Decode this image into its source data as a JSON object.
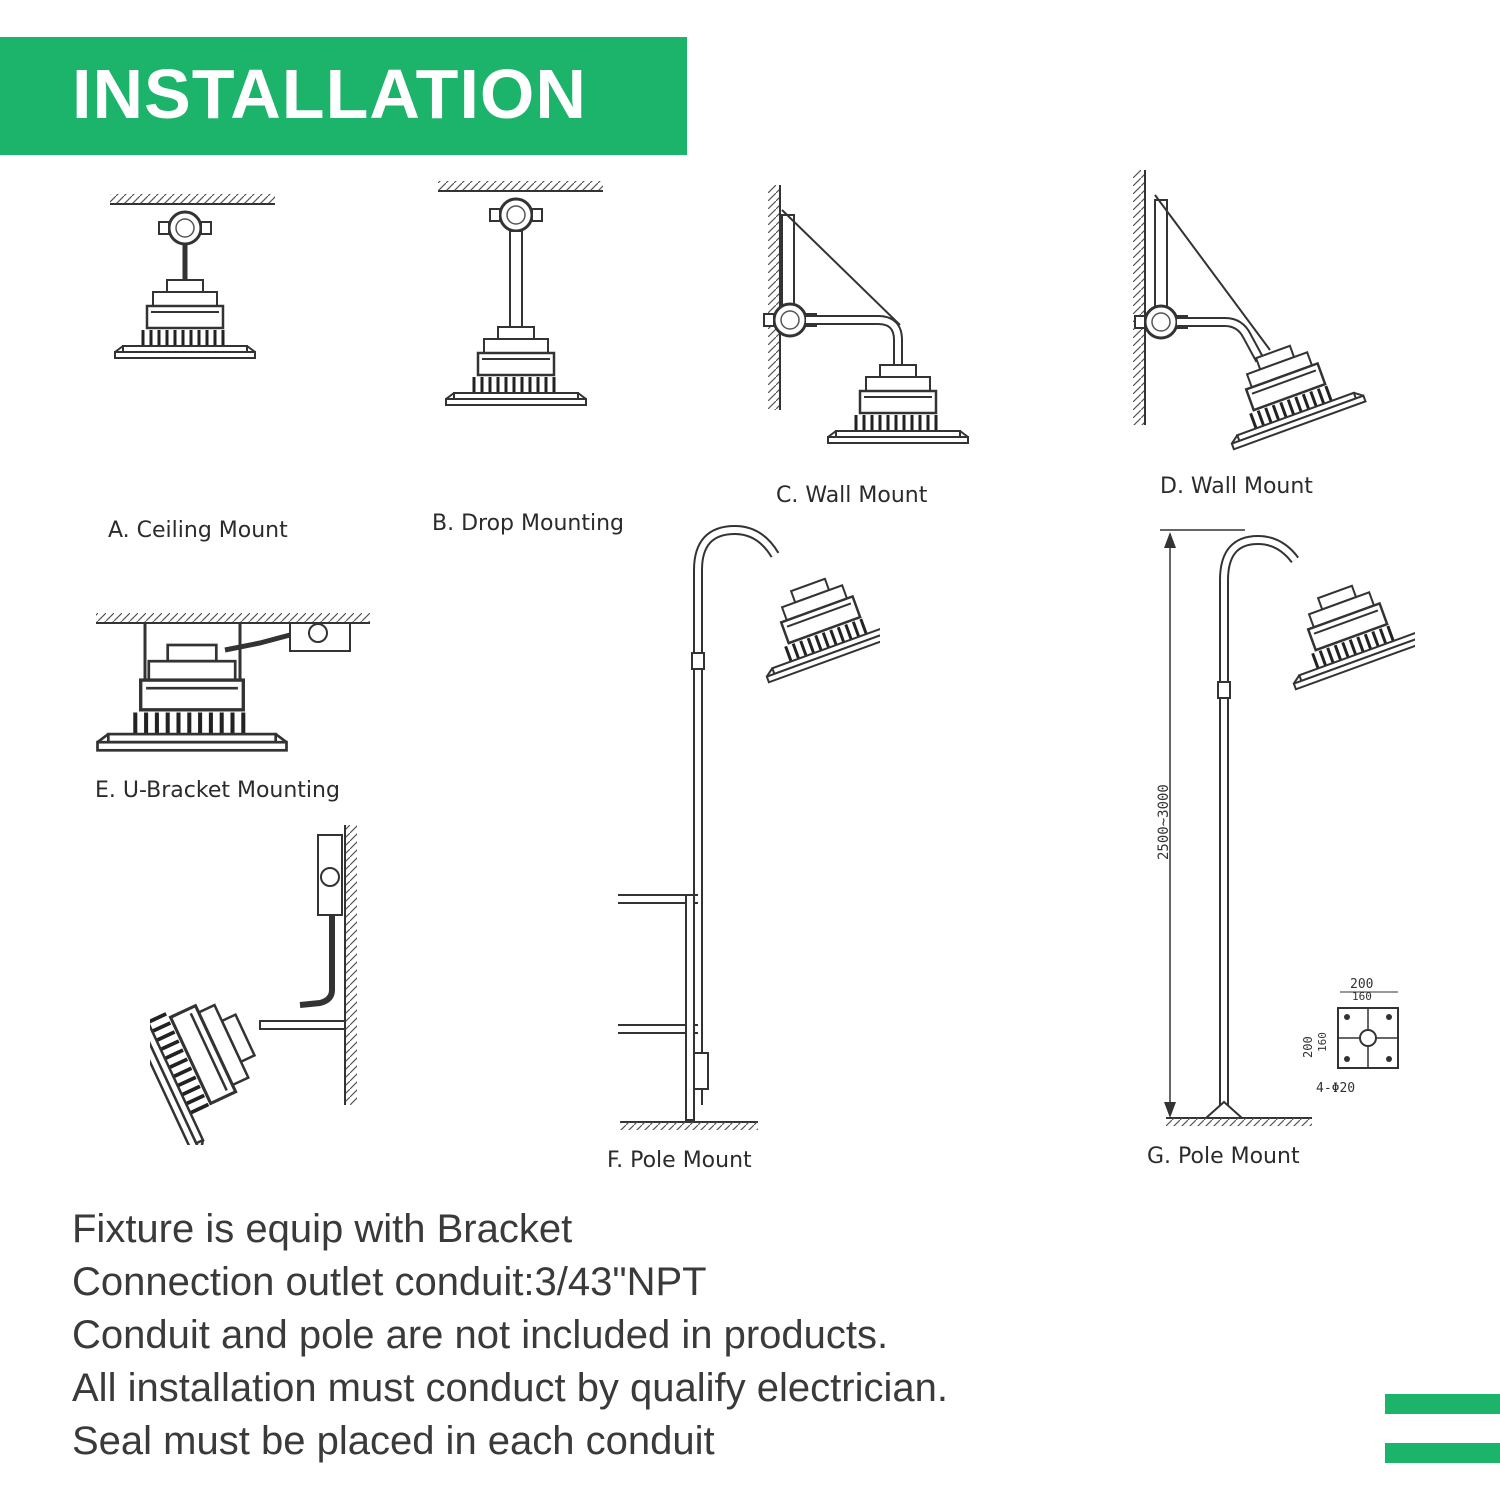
{
  "banner": {
    "title": "INSTALLATION",
    "color": "#1cb36a"
  },
  "diagrams": [
    {
      "id": "A",
      "caption": "A. Ceiling Mount"
    },
    {
      "id": "B",
      "caption": "B. Drop Mounting"
    },
    {
      "id": "C",
      "caption": "C. Wall Mount"
    },
    {
      "id": "D",
      "caption": "D. Wall Mount"
    },
    {
      "id": "E",
      "caption": "E. U-Bracket Mounting"
    },
    {
      "id": "F",
      "caption": "F. Pole Mount"
    },
    {
      "id": "G",
      "caption": "G. Pole Mount"
    }
  ],
  "dimensions": {
    "pole_height": "2500~3000",
    "base_width": "200",
    "base_inner": "160",
    "base_height": "200",
    "base_inner_height": "160",
    "holes": "4-Φ20"
  },
  "notes": [
    "Fixture is equip with Bracket",
    "Connection outlet conduit:3/43\"NPT",
    "Conduit and pole are not included in products.",
    "All installation must conduct by qualify electrician.",
    "Seal must be placed in each conduit"
  ]
}
